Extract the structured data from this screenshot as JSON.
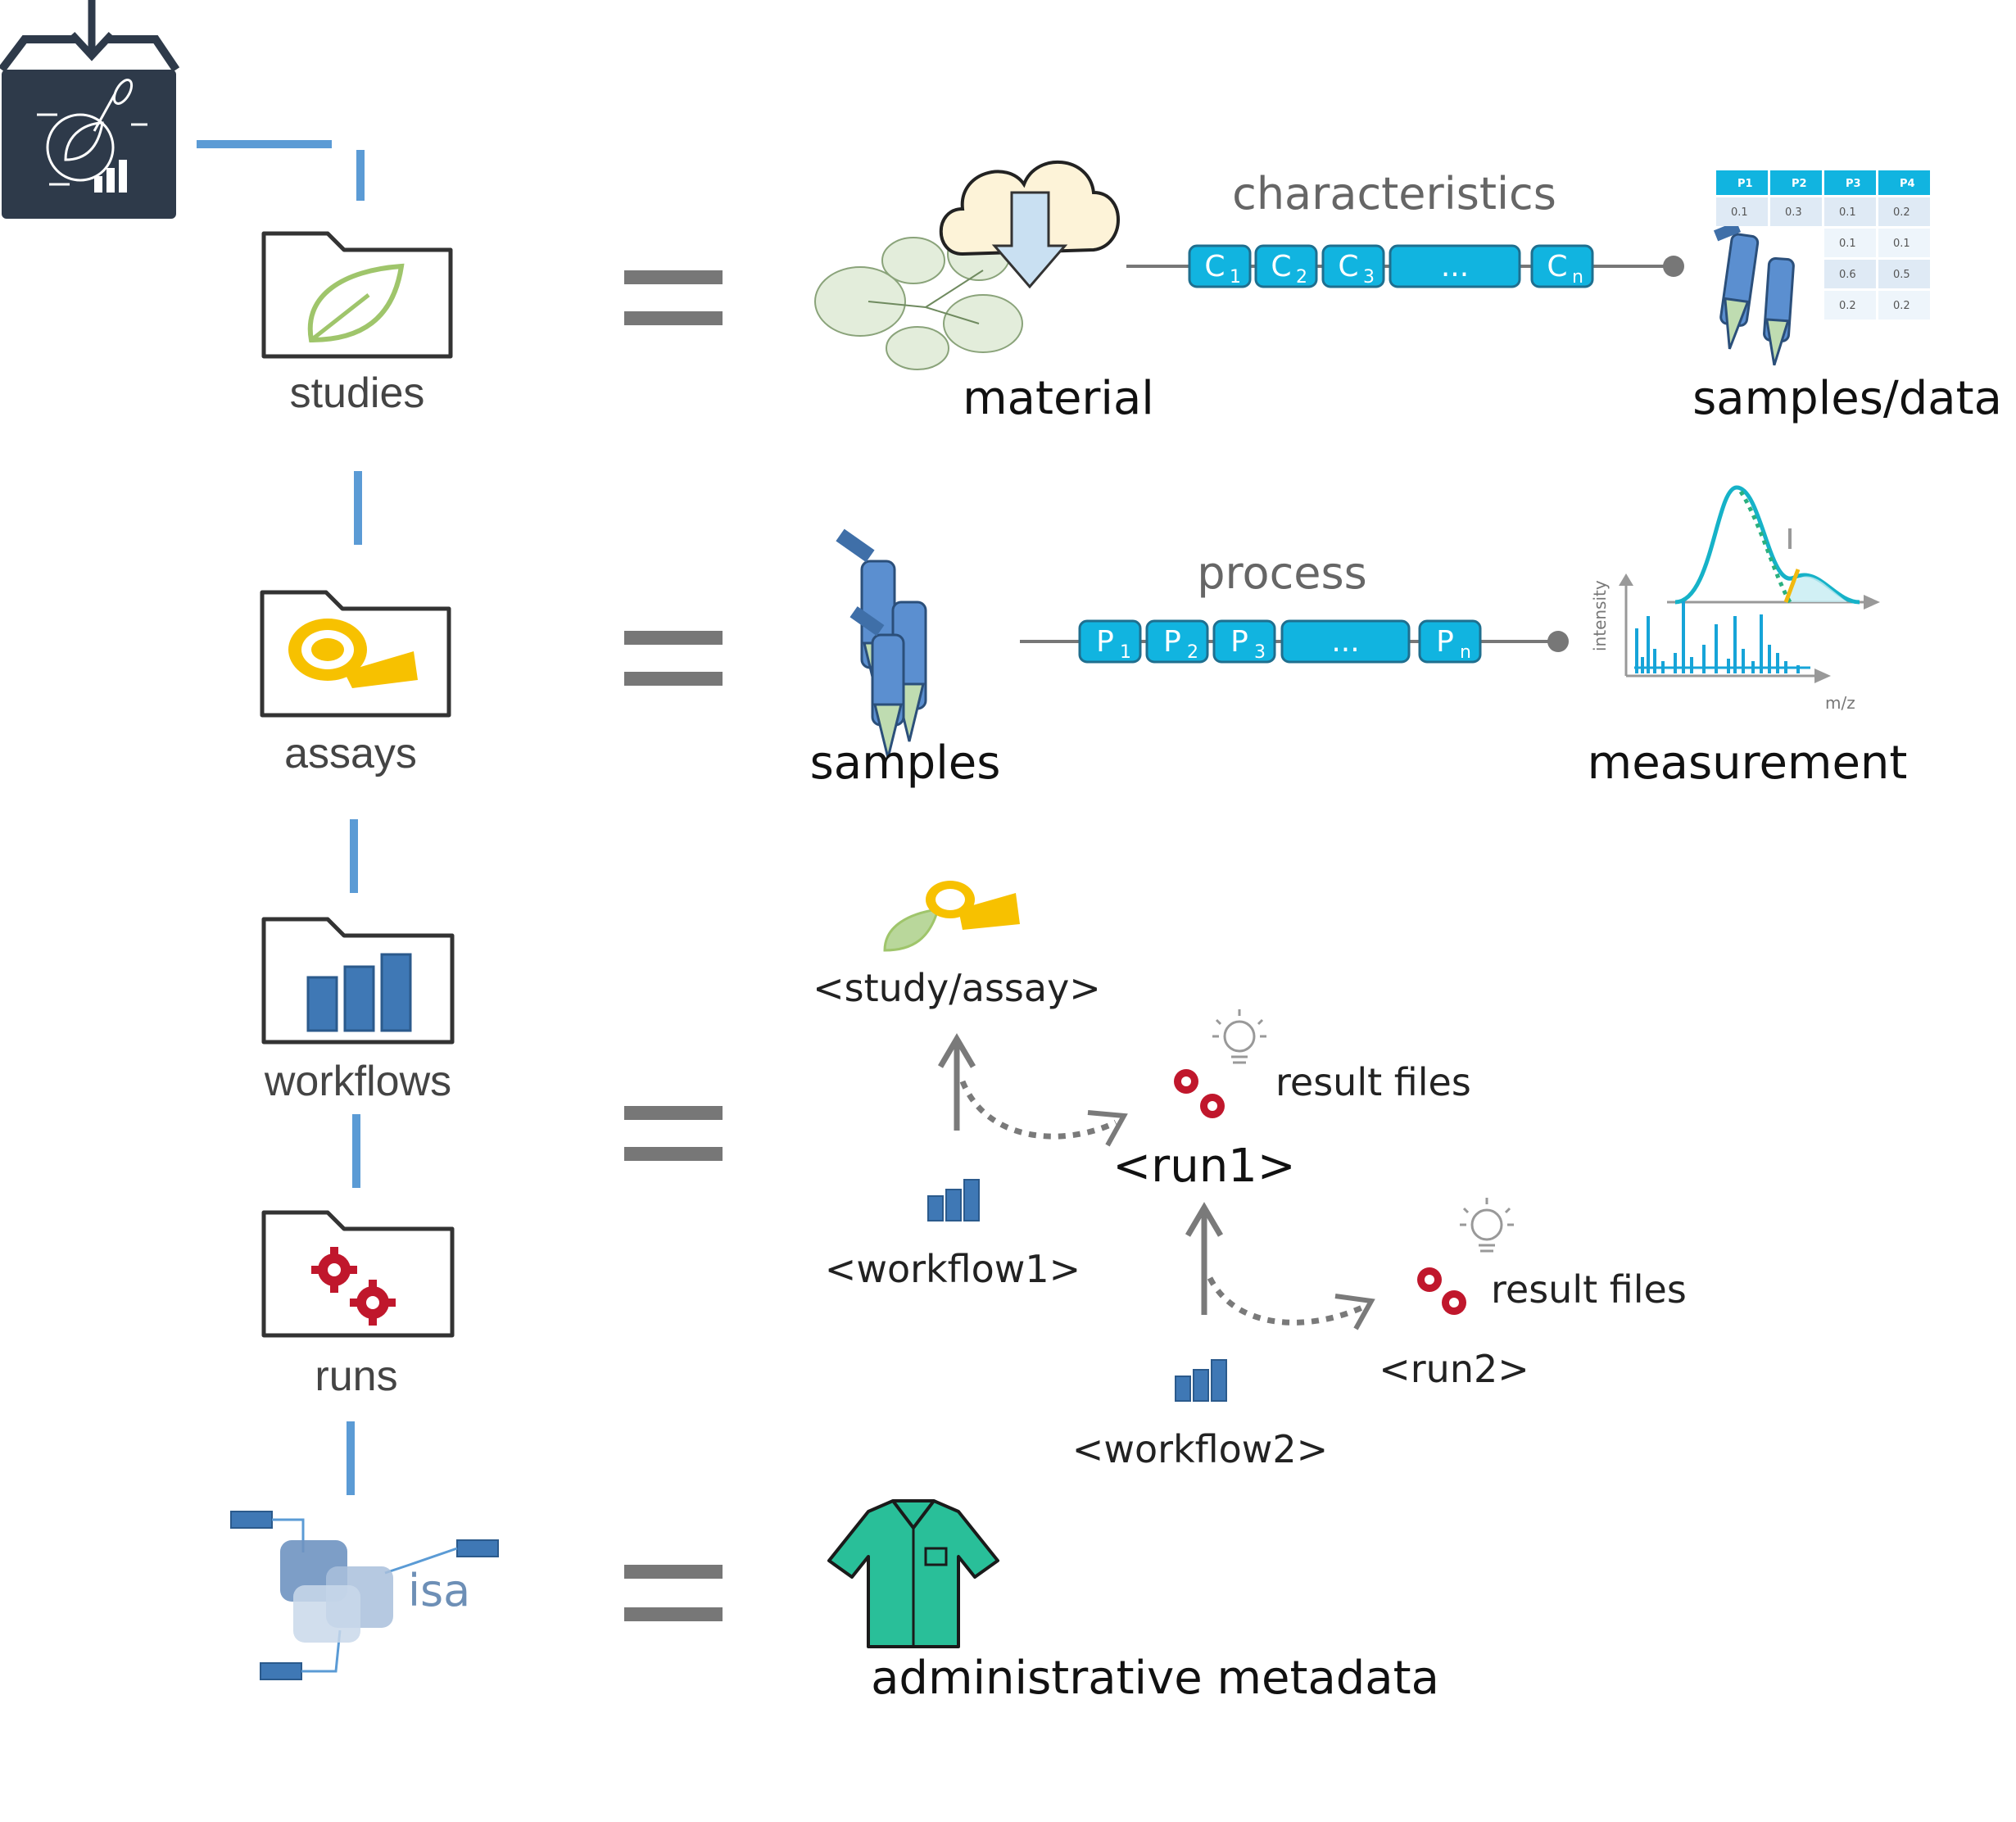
{
  "hierarchy": {
    "folders": {
      "studies": "studies",
      "assays": "assays",
      "workflows": "workflows",
      "runs": "runs"
    },
    "isa_logo_text": "isa"
  },
  "studies_row": {
    "left_label": "material",
    "right_label": "samples/data",
    "chain_title": "characteristics",
    "chips": [
      {
        "main": "C",
        "sub": "1"
      },
      {
        "main": "C",
        "sub": "2"
      },
      {
        "main": "C",
        "sub": "3"
      },
      {
        "main": "...",
        "sub": ""
      },
      {
        "main": "C",
        "sub": "n"
      }
    ],
    "table": {
      "headers": [
        "P1",
        "P2",
        "P3",
        "P4"
      ],
      "rows": [
        [
          "0.1",
          "0.3",
          "0.1",
          "0.2"
        ],
        [
          "",
          "",
          "0.1",
          "0.1"
        ],
        [
          "",
          "",
          "0.6",
          "0.5"
        ],
        [
          "",
          "",
          "0.2",
          "0.2"
        ]
      ]
    }
  },
  "assays_row": {
    "left_label": "samples",
    "right_label": "measurement",
    "chain_title": "process",
    "chips": [
      {
        "main": "P",
        "sub": "1"
      },
      {
        "main": "P",
        "sub": "2"
      },
      {
        "main": "P",
        "sub": "3"
      },
      {
        "main": "...",
        "sub": ""
      },
      {
        "main": "P",
        "sub": "n"
      }
    ],
    "axis_y": "intensity",
    "axis_x": "m/z"
  },
  "workflows_row": {
    "study_assay": "<study/assay>",
    "workflow1": "<workflow1>",
    "run1": "<run1>",
    "result_files_1": "result files",
    "workflow2": "<workflow2>",
    "run2": "<run2>",
    "result_files_2": "result files"
  },
  "admin_row": {
    "label": "administrative metadata"
  },
  "colors": {
    "connector": "#5b9bd5",
    "equals": "#777777",
    "chip": "#11b4e0",
    "chip_border": "#1f6f8f",
    "gear": "#c0172c",
    "tape": "#f7c100",
    "leaf": "#9fc56b",
    "bars": "#3f78b5",
    "dark_box": "#2e3a4a",
    "shirt": "#29bf99"
  }
}
